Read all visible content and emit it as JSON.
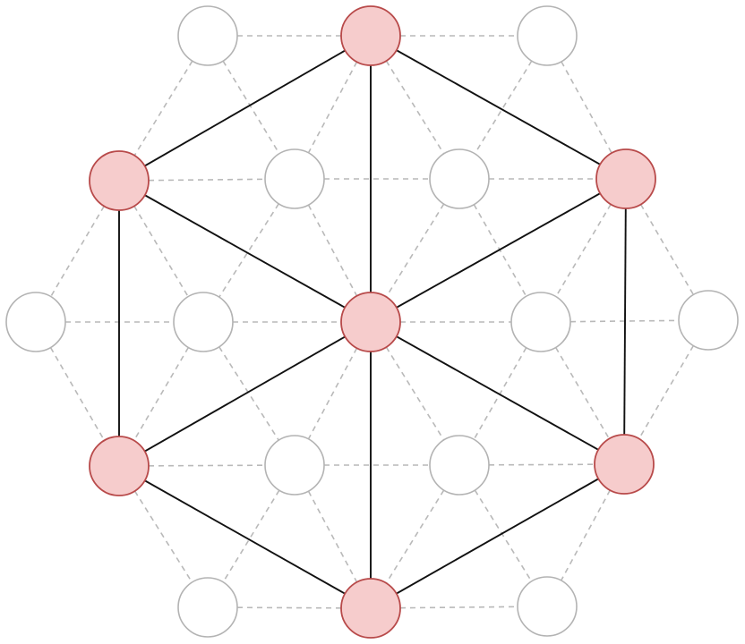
{
  "diagram": {
    "colors": {
      "highlight_fill": "#f6cccc",
      "highlight_stroke": "#b84a4a",
      "plain_fill": "#ffffff",
      "plain_stroke": "#b3b3b3",
      "solid_edge": "#111111",
      "dashed_edge": "#b9b9b9"
    },
    "nodes": [
      {
        "id": "h1",
        "highlighted": false
      },
      {
        "id": "c",
        "highlighted": true
      },
      {
        "id": "h2",
        "highlighted": false
      },
      {
        "id": "b",
        "highlighted": true
      },
      {
        "id": "h3",
        "highlighted": false
      },
      {
        "id": "h4",
        "highlighted": false
      },
      {
        "id": "d",
        "highlighted": true
      },
      {
        "id": "h5",
        "highlighted": false
      },
      {
        "id": "h6",
        "highlighted": false
      },
      {
        "id": "o",
        "highlighted": true
      },
      {
        "id": "h7",
        "highlighted": false
      },
      {
        "id": "h8",
        "highlighted": false
      },
      {
        "id": "a",
        "highlighted": true
      },
      {
        "id": "h9",
        "highlighted": false
      },
      {
        "id": "h10",
        "highlighted": false
      },
      {
        "id": "e",
        "highlighted": true
      },
      {
        "id": "h11",
        "highlighted": false
      },
      {
        "id": "f",
        "highlighted": true
      },
      {
        "id": "h12",
        "highlighted": false
      }
    ],
    "solid_edges": [
      [
        "c",
        "b"
      ],
      [
        "c",
        "d"
      ],
      [
        "c",
        "o"
      ],
      [
        "b",
        "o"
      ],
      [
        "b",
        "a"
      ],
      [
        "d",
        "o"
      ],
      [
        "d",
        "e"
      ],
      [
        "a",
        "o"
      ],
      [
        "a",
        "f"
      ],
      [
        "e",
        "o"
      ],
      [
        "e",
        "f"
      ],
      [
        "o",
        "f"
      ]
    ],
    "dashed_edges": [
      [
        "h1",
        "c"
      ],
      [
        "c",
        "h2"
      ],
      [
        "h1",
        "b"
      ],
      [
        "h1",
        "h3"
      ],
      [
        "c",
        "h3"
      ],
      [
        "c",
        "h4"
      ],
      [
        "h2",
        "h4"
      ],
      [
        "h2",
        "d"
      ],
      [
        "b",
        "h3"
      ],
      [
        "h3",
        "h4"
      ],
      [
        "h4",
        "d"
      ],
      [
        "b",
        "h5"
      ],
      [
        "b",
        "h6"
      ],
      [
        "h3",
        "h6"
      ],
      [
        "h3",
        "o"
      ],
      [
        "h4",
        "o"
      ],
      [
        "h4",
        "h7"
      ],
      [
        "d",
        "h7"
      ],
      [
        "d",
        "h8"
      ],
      [
        "h5",
        "h6"
      ],
      [
        "h6",
        "o"
      ],
      [
        "o",
        "h7"
      ],
      [
        "h7",
        "h8"
      ],
      [
        "h5",
        "a"
      ],
      [
        "h6",
        "a"
      ],
      [
        "h6",
        "h9"
      ],
      [
        "o",
        "h9"
      ],
      [
        "o",
        "h10"
      ],
      [
        "h7",
        "h10"
      ],
      [
        "h7",
        "e"
      ],
      [
        "h8",
        "e"
      ],
      [
        "a",
        "h9"
      ],
      [
        "h9",
        "h10"
      ],
      [
        "h10",
        "e"
      ],
      [
        "a",
        "h11"
      ],
      [
        "h9",
        "h11"
      ],
      [
        "h9",
        "f"
      ],
      [
        "h10",
        "f"
      ],
      [
        "h10",
        "h12"
      ],
      [
        "e",
        "h12"
      ],
      [
        "h11",
        "f"
      ],
      [
        "f",
        "h12"
      ]
    ]
  }
}
